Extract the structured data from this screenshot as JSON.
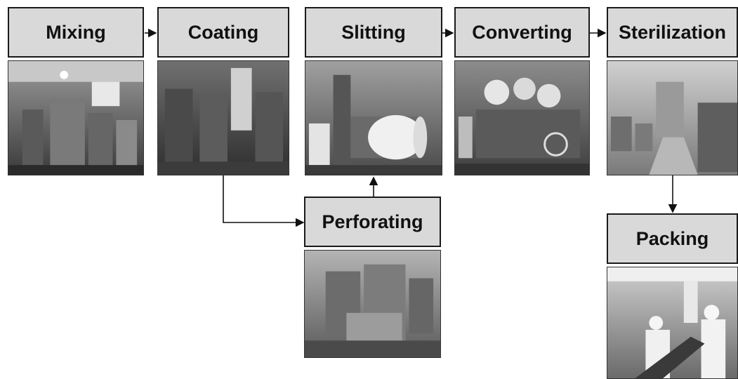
{
  "steps": {
    "mixing": "Mixing",
    "coating": "Coating",
    "slitting": "Slitting",
    "converting": "Converting",
    "sterilization": "Sterilization",
    "perforating": "Perforating",
    "packing": "Packing"
  }
}
